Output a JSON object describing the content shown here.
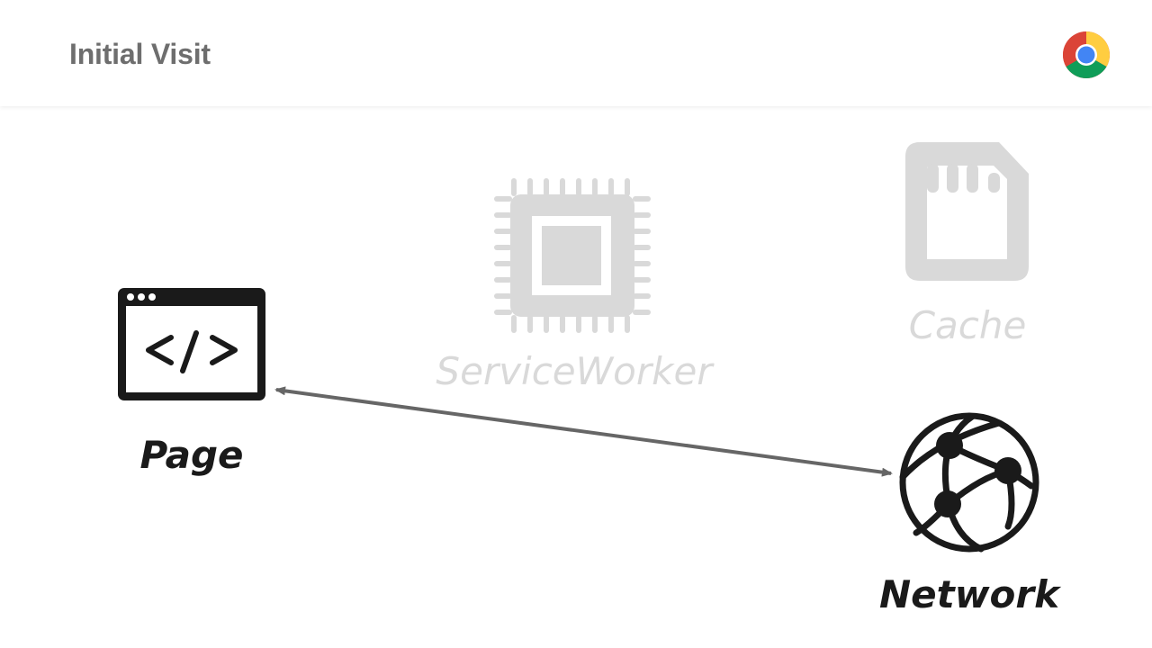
{
  "header": {
    "title": "Initial Visit"
  },
  "diagram": {
    "nodes": {
      "page": {
        "label": "Page",
        "icon": "code-window-icon",
        "state": "active"
      },
      "service_worker": {
        "label": "ServiceWorker",
        "icon": "cpu-chip-icon",
        "state": "inactive"
      },
      "cache": {
        "label": "Cache",
        "icon": "sd-card-icon",
        "state": "inactive"
      },
      "network": {
        "label": "Network",
        "icon": "globe-network-icon",
        "state": "active"
      }
    },
    "connections": [
      {
        "from": "page",
        "to": "network",
        "direction": "bidirectional"
      }
    ]
  },
  "colors": {
    "active": "#1a1a1a",
    "inactive": "#d9d9d9",
    "arrow": "#666666",
    "title": "#6e6e6e"
  }
}
